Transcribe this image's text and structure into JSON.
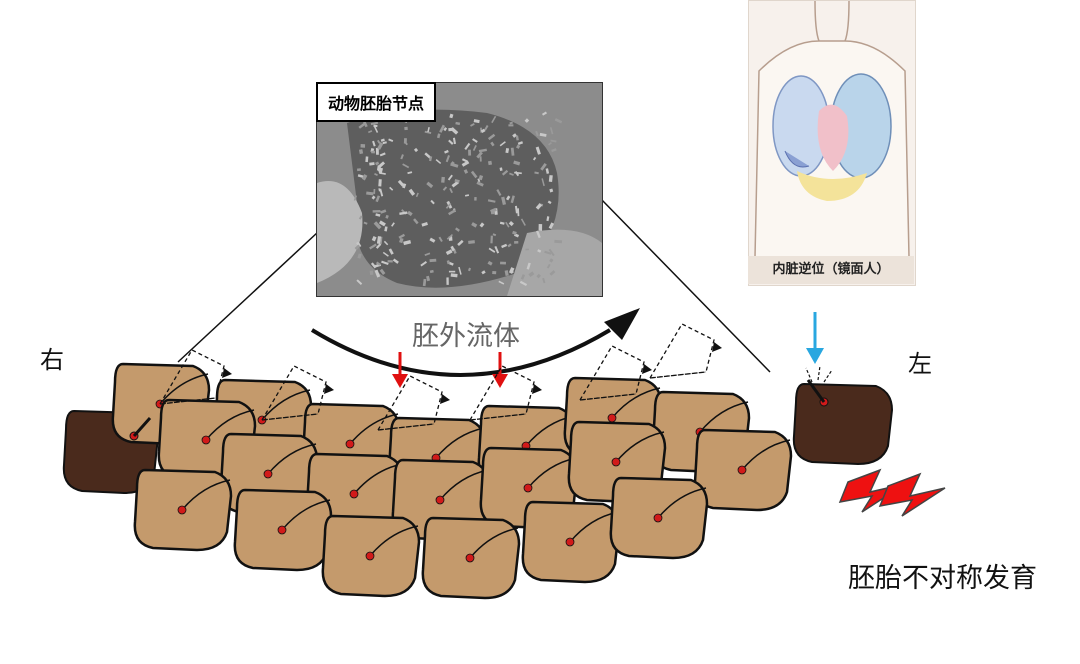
{
  "labels": {
    "right": "右",
    "left": "左",
    "flow": "胚外流体",
    "result": "胚胎不对称发育"
  },
  "micrograph": {
    "title": "动物胚胎节点",
    "icon": "micrograph-image"
  },
  "mirror_person": {
    "caption": "内脏逆位（镜面人）",
    "icon": "situs-inversus-illustration"
  },
  "colors": {
    "cell_fill": "#c49a6c",
    "end_cell_fill": "#4a2a1c",
    "cilium_dot": "#d11a1a",
    "arrow_red": "#e01010",
    "arrow_blue": "#29a7e0",
    "lightning_red": "#ee1111"
  }
}
